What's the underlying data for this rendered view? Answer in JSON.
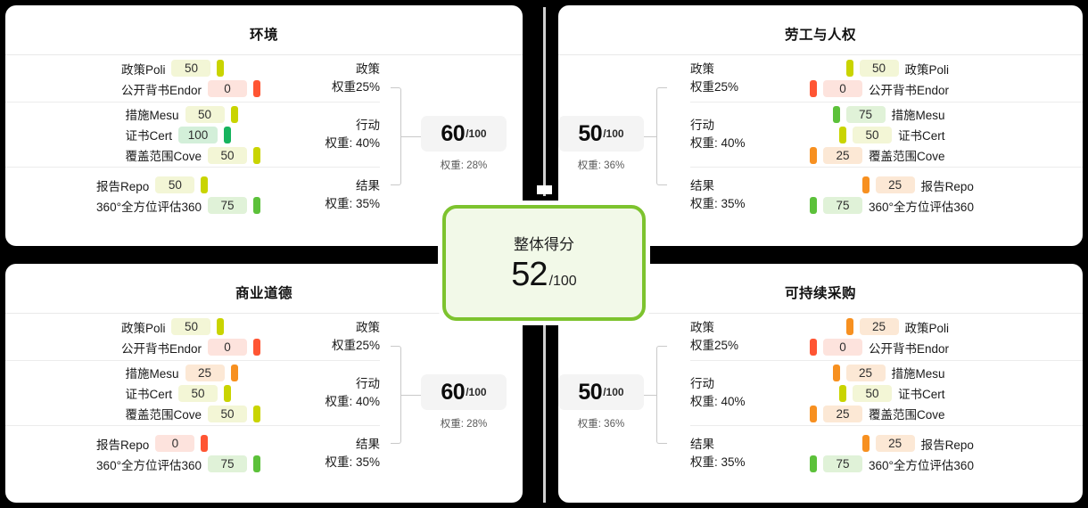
{
  "overall": {
    "label": "整体得分",
    "score": "52",
    "denominator": "/100",
    "accent_color": "#7dc32e",
    "background_color": "#f2f9e8"
  },
  "weight_prefix": "权重",
  "denominator": "/100",
  "score_colors": {
    "0": {
      "chip": "#fde3dd",
      "bar": "#ff5533"
    },
    "25": {
      "chip": "#fce8d5",
      "bar": "#f79020"
    },
    "50": {
      "chip": "#f3f6d6",
      "bar": "#c9d400"
    },
    "75": {
      "chip": "#e0f2d8",
      "bar": "#5cc13a"
    },
    "100": {
      "chip": "#d3efd9",
      "bar": "#16b45e"
    }
  },
  "cards": [
    {
      "id": "environment",
      "title": "环境",
      "align": "left",
      "score": "60",
      "score_weight": "权重: 28%",
      "groups": [
        {
          "name": "政策",
          "weight": "权重25%",
          "indicators": [
            {
              "label": "政策Poli",
              "value": "50"
            },
            {
              "label": "公开背书Endor",
              "value": "0"
            }
          ]
        },
        {
          "name": "行动",
          "weight": "权重: 40%",
          "indicators": [
            {
              "label": "措施Mesu",
              "value": "50"
            },
            {
              "label": "证书Cert",
              "value": "100"
            },
            {
              "label": "覆盖范围Cove",
              "value": "50"
            }
          ]
        },
        {
          "name": "结果",
          "weight": "权重: 35%",
          "indicators": [
            {
              "label": "报告Repo",
              "value": "50"
            },
            {
              "label": "360°全方位评估360",
              "value": "75"
            }
          ]
        }
      ]
    },
    {
      "id": "labor-human-rights",
      "title": "劳工与人权",
      "align": "right",
      "score": "50",
      "score_weight": "权重: 36%",
      "groups": [
        {
          "name": "政策",
          "weight": "权重25%",
          "indicators": [
            {
              "label": "政策Poli",
              "value": "50"
            },
            {
              "label": "公开背书Endor",
              "value": "0"
            }
          ]
        },
        {
          "name": "行动",
          "weight": "权重: 40%",
          "indicators": [
            {
              "label": "措施Mesu",
              "value": "75"
            },
            {
              "label": "证书Cert",
              "value": "50"
            },
            {
              "label": "覆盖范围Cove",
              "value": "25"
            }
          ]
        },
        {
          "name": "结果",
          "weight": "权重: 35%",
          "indicators": [
            {
              "label": "报告Repo",
              "value": "25"
            },
            {
              "label": "360°全方位评估360",
              "value": "75"
            }
          ]
        }
      ]
    },
    {
      "id": "business-ethics",
      "title": "商业道德",
      "align": "left",
      "score": "60",
      "score_weight": "权重: 28%",
      "groups": [
        {
          "name": "政策",
          "weight": "权重25%",
          "indicators": [
            {
              "label": "政策Poli",
              "value": "50"
            },
            {
              "label": "公开背书Endor",
              "value": "0"
            }
          ]
        },
        {
          "name": "行动",
          "weight": "权重: 40%",
          "indicators": [
            {
              "label": "措施Mesu",
              "value": "25"
            },
            {
              "label": "证书Cert",
              "value": "50"
            },
            {
              "label": "覆盖范围Cove",
              "value": "50"
            }
          ]
        },
        {
          "name": "结果",
          "weight": "权重: 35%",
          "indicators": [
            {
              "label": "报告Repo",
              "value": "0"
            },
            {
              "label": "360°全方位评估360",
              "value": "75"
            }
          ]
        }
      ]
    },
    {
      "id": "sustainable-procurement",
      "title": "可持续采购",
      "align": "right",
      "score": "50",
      "score_weight": "权重: 36%",
      "groups": [
        {
          "name": "政策",
          "weight": "权重25%",
          "indicators": [
            {
              "label": "政策Poli",
              "value": "25"
            },
            {
              "label": "公开背书Endor",
              "value": "0"
            }
          ]
        },
        {
          "name": "行动",
          "weight": "权重: 40%",
          "indicators": [
            {
              "label": "措施Mesu",
              "value": "25"
            },
            {
              "label": "证书Cert",
              "value": "50"
            },
            {
              "label": "覆盖范围Cove",
              "value": "25"
            }
          ]
        },
        {
          "name": "结果",
          "weight": "权重: 35%",
          "indicators": [
            {
              "label": "报告Repo",
              "value": "25"
            },
            {
              "label": "360°全方位评估360",
              "value": "75"
            }
          ]
        }
      ]
    }
  ]
}
